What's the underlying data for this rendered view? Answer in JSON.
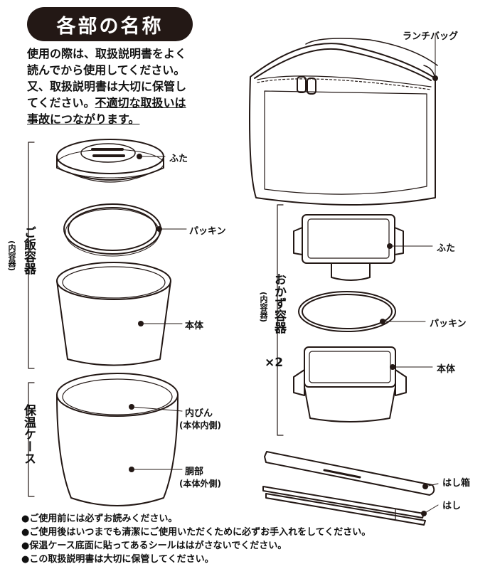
{
  "header": {
    "title": "各部の名称"
  },
  "intro": {
    "line1": "使用の際は、取扱説明書をよく",
    "line2": "読んでから使用してください。",
    "line3": "又、取扱説明書は大切に保管し",
    "line4_plain": "てください。",
    "line4_underlined": "不適切な取扱いは",
    "line5": "事故につながります。"
  },
  "labels": {
    "lunch_bag": "ランチバッグ",
    "rice_lid": "ふた",
    "rice_packing": "パッキン",
    "rice_body": "本体",
    "inner_bottle": "内びん",
    "inner_bottle_sub": "(本体内側)",
    "outer_body": "胴部",
    "outer_body_sub": "(本体外側)",
    "side_lid": "ふた",
    "side_packing": "パッキン",
    "side_body": "本体",
    "chopstick_case": "はし箱",
    "chopsticks": "はし"
  },
  "groups": {
    "rice_container": "ご飯容器",
    "rice_container_sub": "(内容器)",
    "thermal_case": "保温ケース",
    "side_dish_container": "おかず容器",
    "side_dish_sub": "(内容器)",
    "side_dish_count": "×2"
  },
  "notes": [
    "●ご使用前には必ずお読みください。",
    "●ご使用後はいつまでも清潔にご使用いただくために必ずお手入れをしてください。",
    "●保温ケース底面に貼ってあるシールははがさないでください。",
    "●この取扱説明書は大切に保管してください。"
  ]
}
